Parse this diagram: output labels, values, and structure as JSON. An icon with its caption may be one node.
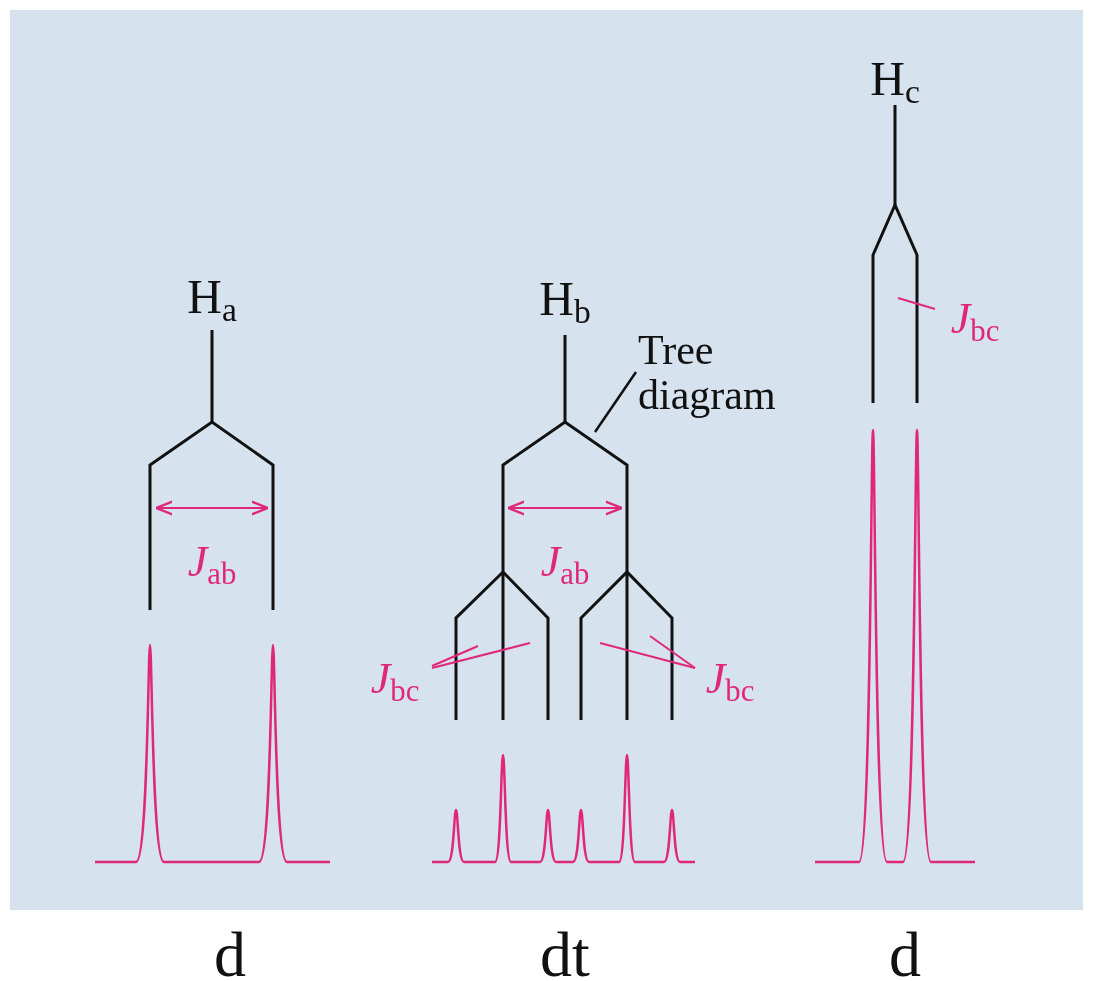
{
  "diagram": {
    "nodes": [
      {
        "text": [
          "Tree diagram"
        ]
      },
      {
        "text": [],
        "shape": "picture"
      }
    ],
    "edges": [
      {
        "from": 0,
        "to": 1,
        "arrow": "none"
      }
    ],
    "labels": [
      "H$_{c}$",
      "H$_{a}$",
      "H$_{b}$",
      "*J*$_{bc}$",
      "*J*$_{ab}$",
      "*J*$_{ab}$",
      "*J*$_{bc}$",
      "*J*$_{bc}$",
      "d",
      "dt",
      "d"
    ]
  }
}
